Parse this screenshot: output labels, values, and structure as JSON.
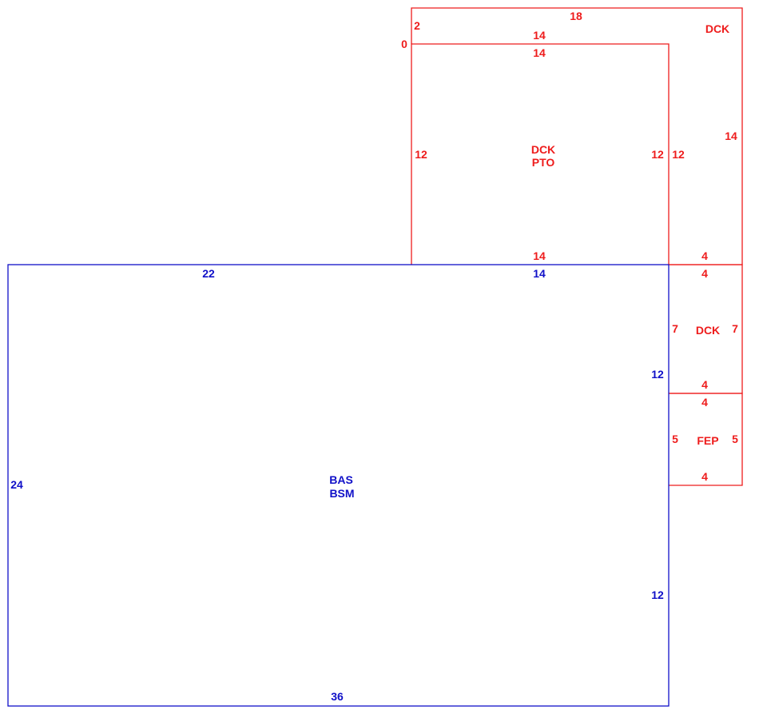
{
  "colors": {
    "red": "#ee1c1c",
    "blue": "#1010c8"
  },
  "rooms": {
    "dck_outer": {
      "name": "DCK",
      "dims": {
        "top": "18",
        "right": "14",
        "left_a": "2",
        "left_b": "0",
        "bottom_right": "4"
      }
    },
    "dck_pto": {
      "name_line1": "DCK",
      "name_line2": "PTO",
      "dims": {
        "top_outer": "14",
        "top_inner": "14",
        "left": "12",
        "right_inner": "12",
        "right_outer": "12",
        "bottom": "14"
      }
    },
    "dck_small": {
      "name": "DCK",
      "dims": {
        "top": "4",
        "left": "7",
        "right": "7",
        "bottom": "4"
      }
    },
    "fep": {
      "name": "FEP",
      "dims": {
        "top": "4",
        "left": "5",
        "right": "5",
        "bottom": "4"
      }
    },
    "bas": {
      "name_line1": "BAS",
      "name_line2": "BSM",
      "dims": {
        "top_left": "22",
        "top_right": "14",
        "right_upper": "12",
        "right_lower": "12",
        "left": "24",
        "bottom": "36"
      }
    }
  }
}
